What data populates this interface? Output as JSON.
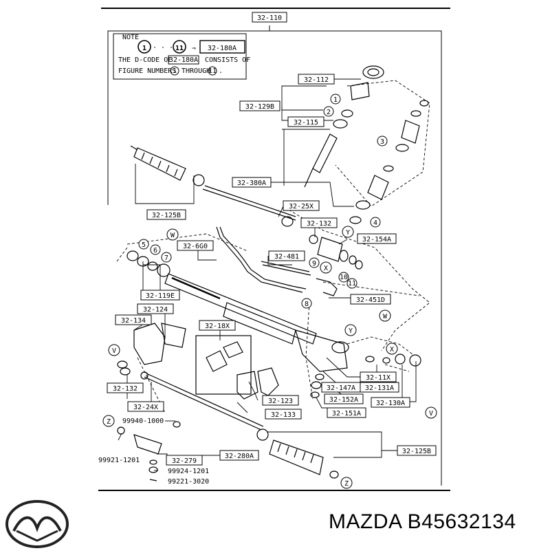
{
  "header_code": "32-110",
  "note": {
    "title": "NOTE",
    "range_start": "1",
    "range_dots": "· · ·",
    "range_end": "11",
    "arrow": "⇒",
    "range_code": "32-180A",
    "line2_prefix": "THE D-CODE OF",
    "line2_code": "32-180A",
    "line2_suffix": "CONSISTS OF",
    "line3_prefix": "FIGURE NUMBERS",
    "line3_from": "1",
    "line3_mid": "THROUGH",
    "line3_to": "11",
    "line3_end": "."
  },
  "boxed_codes": [
    "32-112",
    "32-129B",
    "32-115",
    "32-380A",
    "32-125B",
    "32-25X",
    "32-132",
    "32-154A",
    "32-6G0",
    "32-481",
    "32-119E",
    "32-451D",
    "32-124",
    "32-134",
    "32-18X",
    "32-11X",
    "32-147A",
    "32-131A",
    "32-132",
    "32-152A",
    "32-130A",
    "32-123",
    "32-24X",
    "32-151A",
    "32-133",
    "32-279",
    "32-280A",
    "32-125B"
  ],
  "plain_codes": [
    "99940-1000",
    "99921-1201",
    "99924-1201",
    "99221-3020"
  ],
  "circled_numbers": [
    "1",
    "2",
    "3",
    "4",
    "5",
    "6",
    "7",
    "8",
    "9",
    "10",
    "11"
  ],
  "circled_letters": [
    "W",
    "Y",
    "X",
    "Y",
    "W",
    "V",
    "X",
    "Z",
    "V",
    "Z"
  ],
  "brand": {
    "logo_name": "mazda-logo",
    "text": "MAZDA B45632134"
  }
}
